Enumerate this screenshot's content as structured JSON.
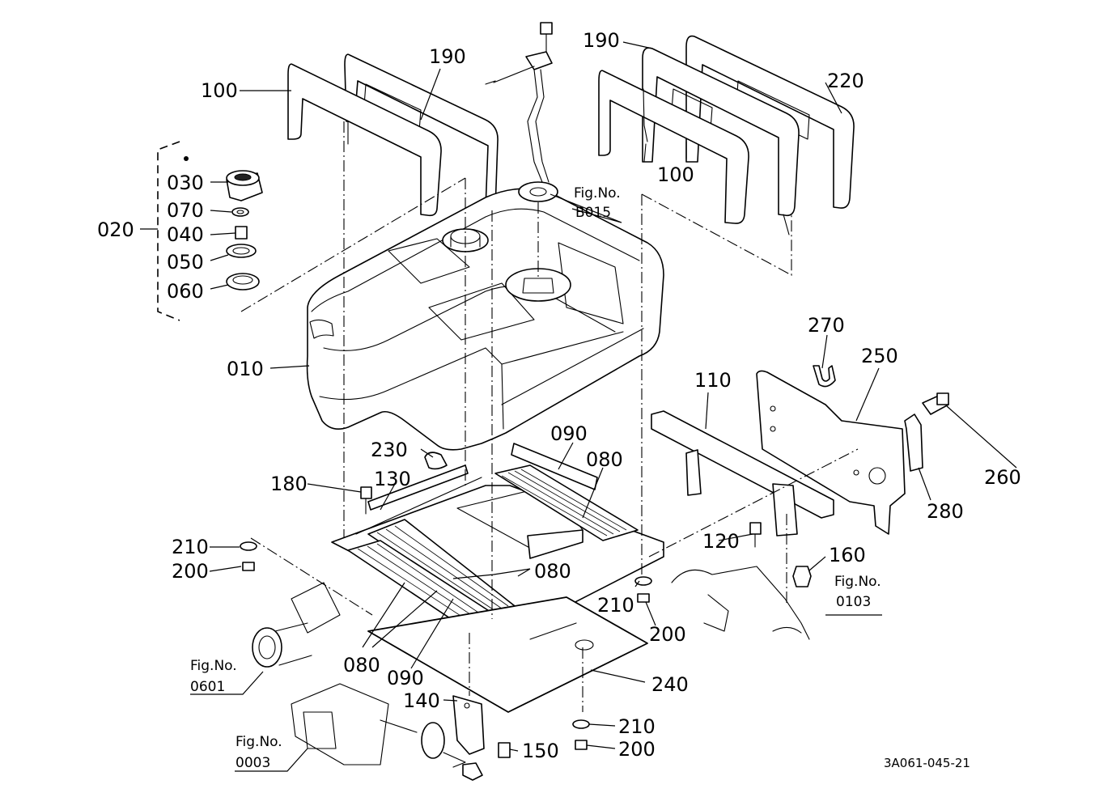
{
  "drawing_id": "3A061-045-21",
  "callouts": {
    "p010": "010",
    "p020": "020",
    "p030": "030",
    "p040": "040",
    "p050": "050",
    "p060": "060",
    "p070": "070",
    "p080a": "080",
    "p080b": "080",
    "p080c": "080",
    "p090a": "090",
    "p090b": "090",
    "p100a": "100",
    "p100b": "100",
    "p110": "110",
    "p120": "120",
    "p130": "130",
    "p140": "140",
    "p150": "150",
    "p160": "160",
    "p180": "180",
    "p190a": "190",
    "p190b": "190",
    "p200a": "200",
    "p200b": "200",
    "p200c": "200",
    "p210a": "210",
    "p210b": "210",
    "p210c": "210",
    "p220": "220",
    "p230": "230",
    "p240": "240",
    "p250": "250",
    "p260": "260",
    "p270": "270",
    "p280": "280"
  },
  "figure_refs": {
    "b015": {
      "label": "Fig.No.",
      "number": "B015"
    },
    "f0103": {
      "label": "Fig.No.",
      "number": "0103"
    },
    "f0601": {
      "label": "Fig.No.",
      "number": "0601"
    },
    "f0003": {
      "label": "Fig.No.",
      "number": "0003"
    }
  }
}
